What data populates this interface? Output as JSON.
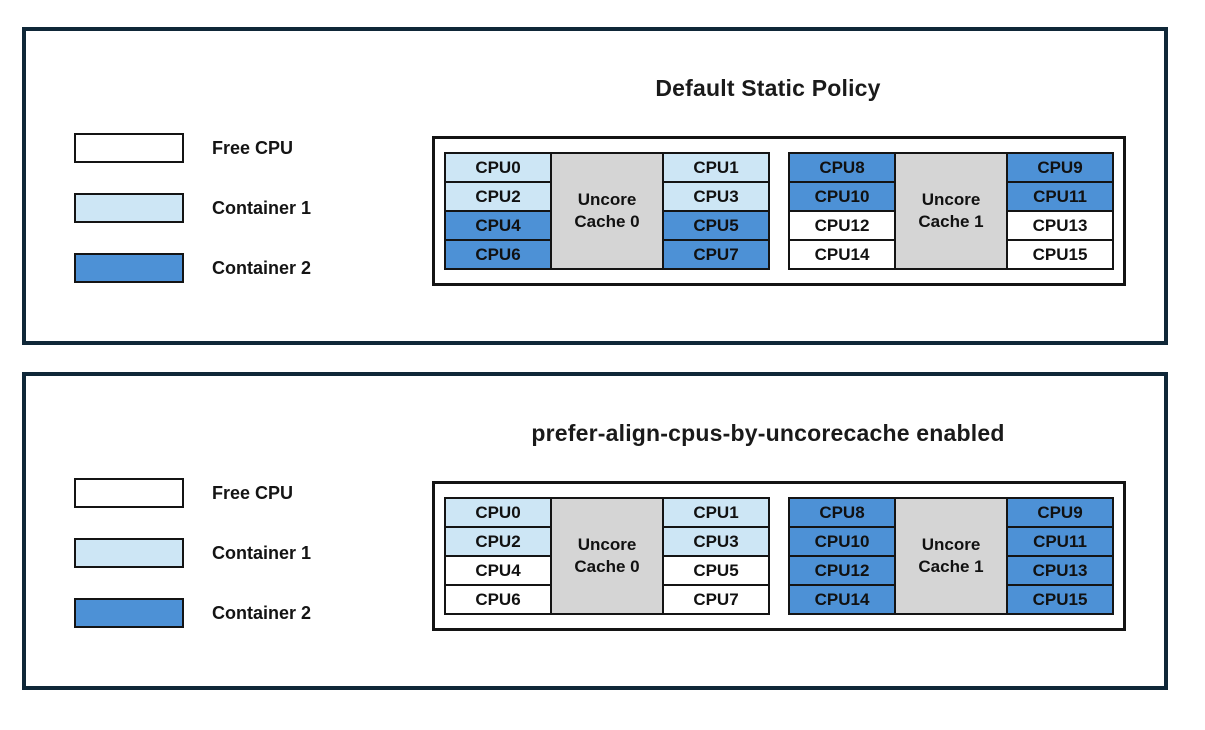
{
  "colors": {
    "free": "#FFFFFF",
    "container1": "#CDE6F5",
    "container2": "#4D91D6",
    "cache": "#D5D5D5",
    "panel_border": "#0F2738"
  },
  "legend": {
    "items": [
      {
        "label": "Free CPU",
        "fill": "#FFFFFF"
      },
      {
        "label": "Container 1",
        "fill": "#CDE6F5"
      },
      {
        "label": "Container 2",
        "fill": "#4D91D6"
      }
    ]
  },
  "panels": [
    {
      "title": "Default Static Policy",
      "groups": [
        {
          "cache_label": "Uncore Cache 0",
          "left": [
            {
              "label": "CPU0",
              "owner": "Container 1",
              "fill": "#CDE6F5"
            },
            {
              "label": "CPU2",
              "owner": "Container 1",
              "fill": "#CDE6F5"
            },
            {
              "label": "CPU4",
              "owner": "Container 2",
              "fill": "#4D91D6"
            },
            {
              "label": "CPU6",
              "owner": "Container 2",
              "fill": "#4D91D6"
            }
          ],
          "right": [
            {
              "label": "CPU1",
              "owner": "Container 1",
              "fill": "#CDE6F5"
            },
            {
              "label": "CPU3",
              "owner": "Container 1",
              "fill": "#CDE6F5"
            },
            {
              "label": "CPU5",
              "owner": "Container 2",
              "fill": "#4D91D6"
            },
            {
              "label": "CPU7",
              "owner": "Container 2",
              "fill": "#4D91D6"
            }
          ]
        },
        {
          "cache_label": "Uncore Cache 1",
          "left": [
            {
              "label": "CPU8",
              "owner": "Container 2",
              "fill": "#4D91D6"
            },
            {
              "label": "CPU10",
              "owner": "Container 2",
              "fill": "#4D91D6"
            },
            {
              "label": "CPU12",
              "owner": "Free CPU",
              "fill": "#FFFFFF"
            },
            {
              "label": "CPU14",
              "owner": "Free CPU",
              "fill": "#FFFFFF"
            }
          ],
          "right": [
            {
              "label": "CPU9",
              "owner": "Container 2",
              "fill": "#4D91D6"
            },
            {
              "label": "CPU11",
              "owner": "Container 2",
              "fill": "#4D91D6"
            },
            {
              "label": "CPU13",
              "owner": "Free CPU",
              "fill": "#FFFFFF"
            },
            {
              "label": "CPU15",
              "owner": "Free CPU",
              "fill": "#FFFFFF"
            }
          ]
        }
      ]
    },
    {
      "title": "prefer-align-cpus-by-uncorecache enabled",
      "groups": [
        {
          "cache_label": "Uncore Cache 0",
          "left": [
            {
              "label": "CPU0",
              "owner": "Container 1",
              "fill": "#CDE6F5"
            },
            {
              "label": "CPU2",
              "owner": "Container 1",
              "fill": "#CDE6F5"
            },
            {
              "label": "CPU4",
              "owner": "Free CPU",
              "fill": "#FFFFFF"
            },
            {
              "label": "CPU6",
              "owner": "Free CPU",
              "fill": "#FFFFFF"
            }
          ],
          "right": [
            {
              "label": "CPU1",
              "owner": "Container 1",
              "fill": "#CDE6F5"
            },
            {
              "label": "CPU3",
              "owner": "Container 1",
              "fill": "#CDE6F5"
            },
            {
              "label": "CPU5",
              "owner": "Free CPU",
              "fill": "#FFFFFF"
            },
            {
              "label": "CPU7",
              "owner": "Free CPU",
              "fill": "#FFFFFF"
            }
          ]
        },
        {
          "cache_label": "Uncore Cache 1",
          "left": [
            {
              "label": "CPU8",
              "owner": "Container 2",
              "fill": "#4D91D6"
            },
            {
              "label": "CPU10",
              "owner": "Container 2",
              "fill": "#4D91D6"
            },
            {
              "label": "CPU12",
              "owner": "Container 2",
              "fill": "#4D91D6"
            },
            {
              "label": "CPU14",
              "owner": "Container 2",
              "fill": "#4D91D6"
            }
          ],
          "right": [
            {
              "label": "CPU9",
              "owner": "Container 2",
              "fill": "#4D91D6"
            },
            {
              "label": "CPU11",
              "owner": "Container 2",
              "fill": "#4D91D6"
            },
            {
              "label": "CPU13",
              "owner": "Container 2",
              "fill": "#4D91D6"
            },
            {
              "label": "CPU15",
              "owner": "Container 2",
              "fill": "#4D91D6"
            }
          ]
        }
      ]
    }
  ]
}
